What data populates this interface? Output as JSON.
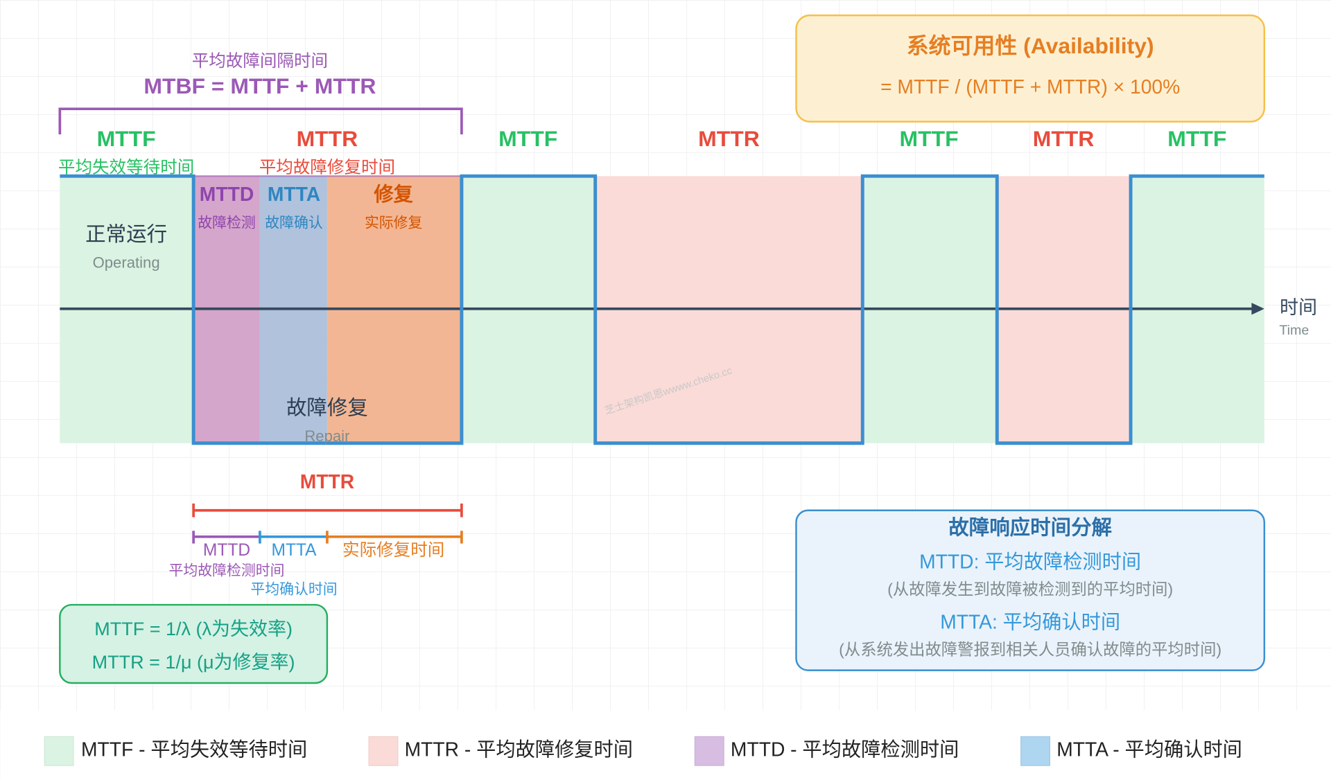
{
  "mtbf": {
    "subtitle": "平均故障间隔时间",
    "formula": "MTBF = MTTF + MTTR"
  },
  "availability": {
    "title": "系统可用性 (Availability)",
    "formula": "= MTTF / (MTTF + MTTR) × 100%"
  },
  "period_labels": [
    "MTTF",
    "MTTR",
    "MTTF",
    "MTTR",
    "MTTF",
    "MTTR",
    "MTTF"
  ],
  "period_sublabels": {
    "mttf": "平均失效等待时间",
    "mttr": "平均故障修复时间"
  },
  "repair_phases": [
    {
      "title": "MTTD",
      "sub": "故障检测"
    },
    {
      "title": "MTTA",
      "sub": "故障确认"
    },
    {
      "title": "修复",
      "sub": "实际修复"
    }
  ],
  "operating": {
    "zh": "正常运行",
    "en": "Operating"
  },
  "repair": {
    "zh": "故障修复",
    "en": "Repair"
  },
  "axis": {
    "zh": "时间",
    "en": "Time"
  },
  "watermark": "芝士架构凯恩wwww.cheko.cc",
  "mttr_breakdown": {
    "title": "MTTR",
    "phases": [
      {
        "label": "MTTD",
        "sub": "平均故障检测时间"
      },
      {
        "label": "MTTA",
        "sub": "平均确认时间"
      },
      {
        "label": "实际修复时间"
      }
    ]
  },
  "rates": {
    "mttf": "MTTF = 1/λ (λ为失效率)",
    "mttr": "MTTR = 1/μ (μ为修复率)"
  },
  "response": {
    "title": "故障响应时间分解",
    "mttd": "MTTD: 平均故障检测时间",
    "mttd_desc": "(从故障发生到故障被检测到的平均时间)",
    "mtta": "MTTA: 平均确认时间",
    "mtta_desc": "(从系统发出故障警报到相关人员确认故障的平均时间)"
  },
  "legend": [
    {
      "label": "MTTF - 平均失效等待时间",
      "color": "#dbf3e2"
    },
    {
      "label": "MTTR - 平均故障修复时间",
      "color": "#fadbd8"
    },
    {
      "label": "MTTD - 平均故障检测时间",
      "color": "#d7bde2"
    },
    {
      "label": "MTTA - 平均确认时间",
      "color": "#aed6f1"
    }
  ],
  "colors": {
    "green": "#27c163",
    "red": "#e74c3c",
    "purple": "#9b59b6",
    "blue": "#2e86c1",
    "orange": "#e67e22",
    "wave": "#3a8fd0"
  }
}
